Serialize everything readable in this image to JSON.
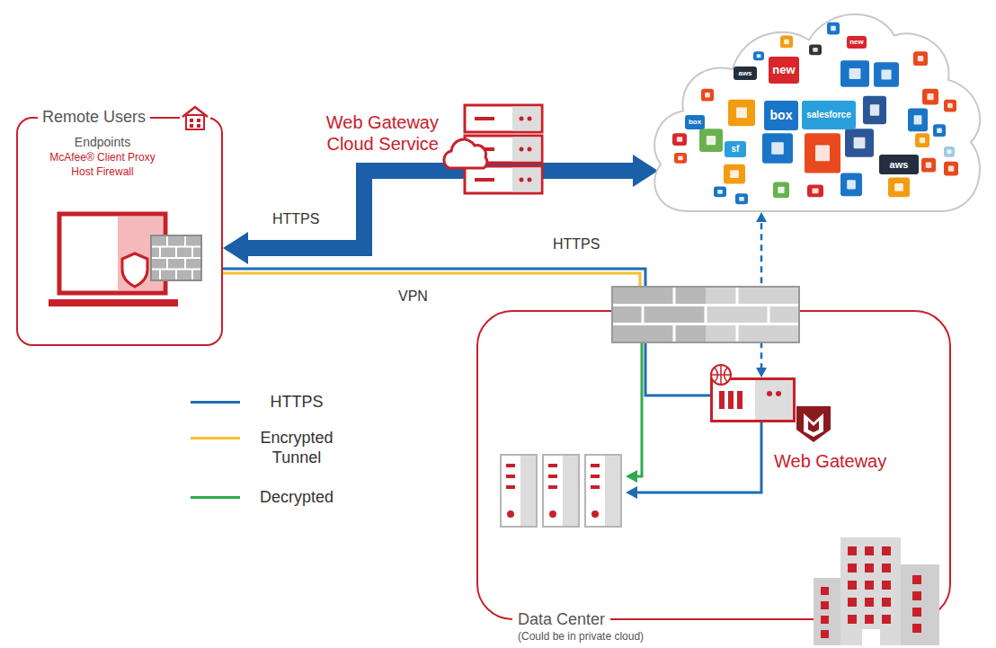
{
  "diagram": {
    "nodes": [
      {
        "text": [
          "Remote Users",
          "Endpoints",
          "McAfee® Client Proxy Host Firewall"
        ]
      },
      {
        "text": [
          "Web Gateway Cloud Service"
        ]
      },
      {
        "text": [
          "new",
          "new",
          "aws",
          "box",
          "salesforce",
          "box",
          "sf",
          "aws"
        ]
      },
      {
        "text": [
          "Data Center",
          "(Could be in private cloud)"
        ]
      },
      {
        "text": [
          "Web Gateway"
        ],
        "in": 3
      }
    ],
    "edges": [
      {
        "from": 1,
        "to": 0,
        "arrow": "to",
        "label": "HTTPS"
      },
      {
        "from": 1,
        "to": 2,
        "arrow": "to"
      },
      {
        "from": 0,
        "to": 4,
        "arrow": "none",
        "label": "HTTPS"
      },
      {
        "from": 4,
        "to": 2,
        "arrow": "both"
      }
    ],
    "labels": [
      "VPN"
    ],
    "legend": [
      {
        "text": "HTTPS",
        "color": "#1f6cb4"
      },
      {
        "text": "Encrypted Tunnel",
        "color": "#f6c12b"
      },
      {
        "text": "Decrypted",
        "color": "#2eaa4a"
      }
    ]
  }
}
